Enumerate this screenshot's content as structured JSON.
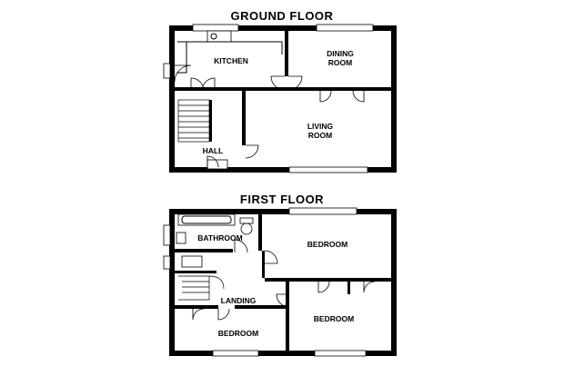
{
  "ground_floor": {
    "title": "GROUND FLOOR",
    "rooms": {
      "kitchen": "KITCHEN",
      "dining_line1": "DINING",
      "dining_line2": "ROOM",
      "living_line1": "LIVING",
      "living_line2": "ROOM",
      "hall": "HALL"
    }
  },
  "first_floor": {
    "title": "FIRST FLOOR",
    "rooms": {
      "bathroom": "BATHROOM",
      "bedroom_1": "BEDROOM",
      "landing": "LANDING",
      "bedroom_2": "BEDROOM",
      "bedroom_3": "BEDROOM"
    }
  }
}
